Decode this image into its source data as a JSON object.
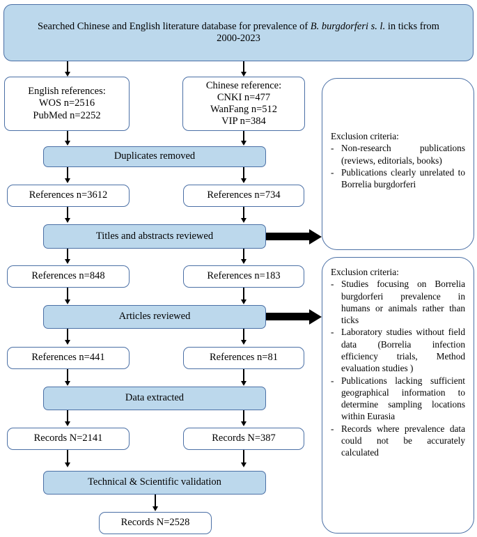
{
  "flowchart": {
    "title_box": {
      "line1_pre": "Searched Chinese and English literature database for prevalence of ",
      "line1_italic": "B. burgdorferi s. l.",
      "line1_post": " in ticks  from",
      "line2": "2000-2023"
    },
    "sources": {
      "english": {
        "line1": "English references:",
        "line2": "WOS n=2516",
        "line3": "PubMed n=2252"
      },
      "chinese": {
        "line1": "Chinese reference:",
        "line2": "CNKI n=477",
        "line3": "WanFang n=512",
        "line4": "VIP n=384"
      }
    },
    "steps": {
      "duplicates": "Duplicates removed",
      "titles_abstracts": "Titles and abstracts reviewed",
      "articles": "Articles reviewed",
      "data_extracted": "Data extracted",
      "validation": "Technical & Scientific validation"
    },
    "counts": {
      "after_dedup_left": "References n=3612",
      "after_dedup_right": "References n=734",
      "after_titles_left": "References n=848",
      "after_titles_right": "References n=183",
      "after_articles_left": "References n=441",
      "after_articles_right": "References n=81",
      "after_extract_left": "Records N=2141",
      "after_extract_right": "Records N=387",
      "final": "Records N=2528"
    },
    "exclusion_1": {
      "heading": "Exclusion criteria:",
      "dash": "-",
      "items": [
        "Non-research publications (reviews, editorials, books)",
        "Publications clearly unrelated to Borrelia burgdorferi"
      ]
    },
    "exclusion_2": {
      "heading": "Exclusion criteria:",
      "dash": "-",
      "items": [
        "Studies focusing on Borrelia burgdorferi prevalence in humans or animals rather than ticks",
        "Laboratory studies without field data (Borrelia infection efficiency trials, Method evaluation studies )",
        "Publications lacking sufficient geographical information to determine sampling locations within Eurasia",
        "Records where prevalence data could not be accurately calculated"
      ]
    },
    "colors": {
      "fill_blue": "#bcd8ec",
      "border_blue": "#4a6fa5",
      "arrow_black": "#000000"
    }
  }
}
